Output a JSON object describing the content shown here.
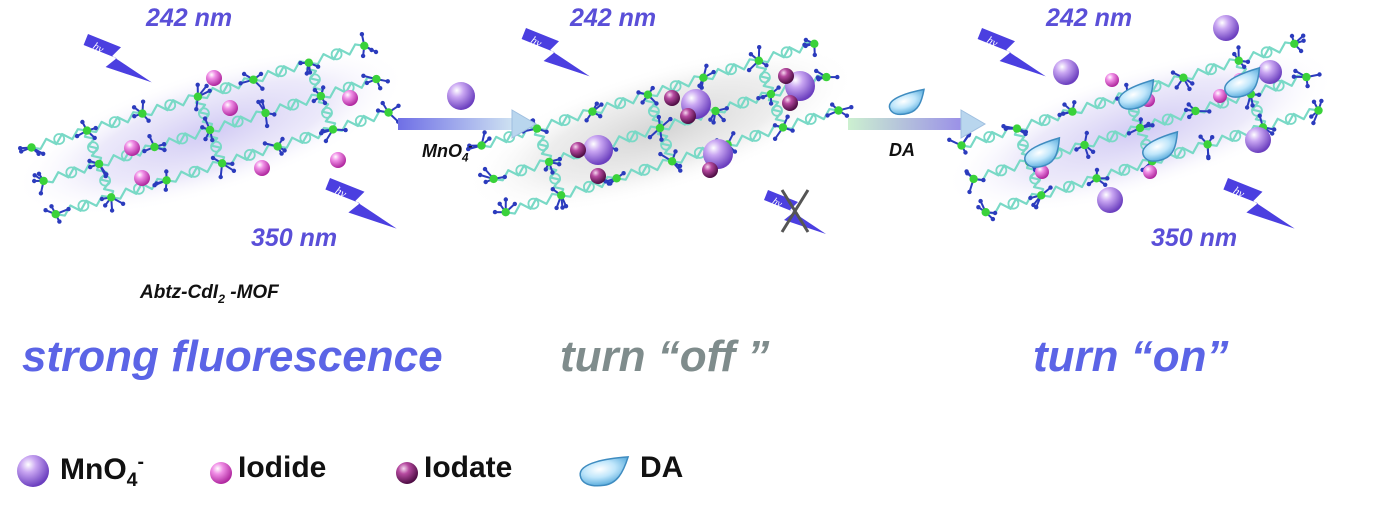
{
  "panels": [
    {
      "wavelength_top": "242 nm",
      "wavelength_bottom": "350 nm",
      "state": "strong fluorescence"
    },
    {
      "wavelength_top": "242 nm",
      "state": "turn “off ”"
    },
    {
      "wavelength_top": "242 nm",
      "wavelength_bottom": "350 nm",
      "state": "turn “on”"
    }
  ],
  "lamp_glyph": "hv",
  "mof": {
    "name_prefix": "Abtz-CdI",
    "name_sub": "2",
    "name_suffix": " -MOF"
  },
  "arrows": [
    {
      "label_main": "MnO",
      "label_sub": "4",
      "label_sup": "-"
    },
    {
      "label": "DA"
    }
  ],
  "legend": {
    "mno4": {
      "main": "MnO",
      "sub": "4",
      "sup": "-"
    },
    "iodide": "Iodide",
    "iodate": "Iodate",
    "da": "DA"
  },
  "colors": {
    "wavelength_text": "#5a4fd8",
    "on_state_text": "#5b64e6",
    "off_state_text": "#7f8c8c",
    "lightning": "#4b3fe0",
    "mno4_sphere": "#a57be6",
    "iodide_sphere": "#e55fd6",
    "iodate_sphere": "#b53e9a",
    "da_drop": "#8fd0f2",
    "framework_link": "#79d9c6",
    "framework_node": "#3ad23a",
    "framework_n": "#2b3bbd"
  },
  "icons": [
    "lightning-icon",
    "mno4-sphere-icon",
    "iodide-sphere-icon",
    "iodate-sphere-icon",
    "da-drop-icon",
    "blocked-lightning-icon"
  ]
}
